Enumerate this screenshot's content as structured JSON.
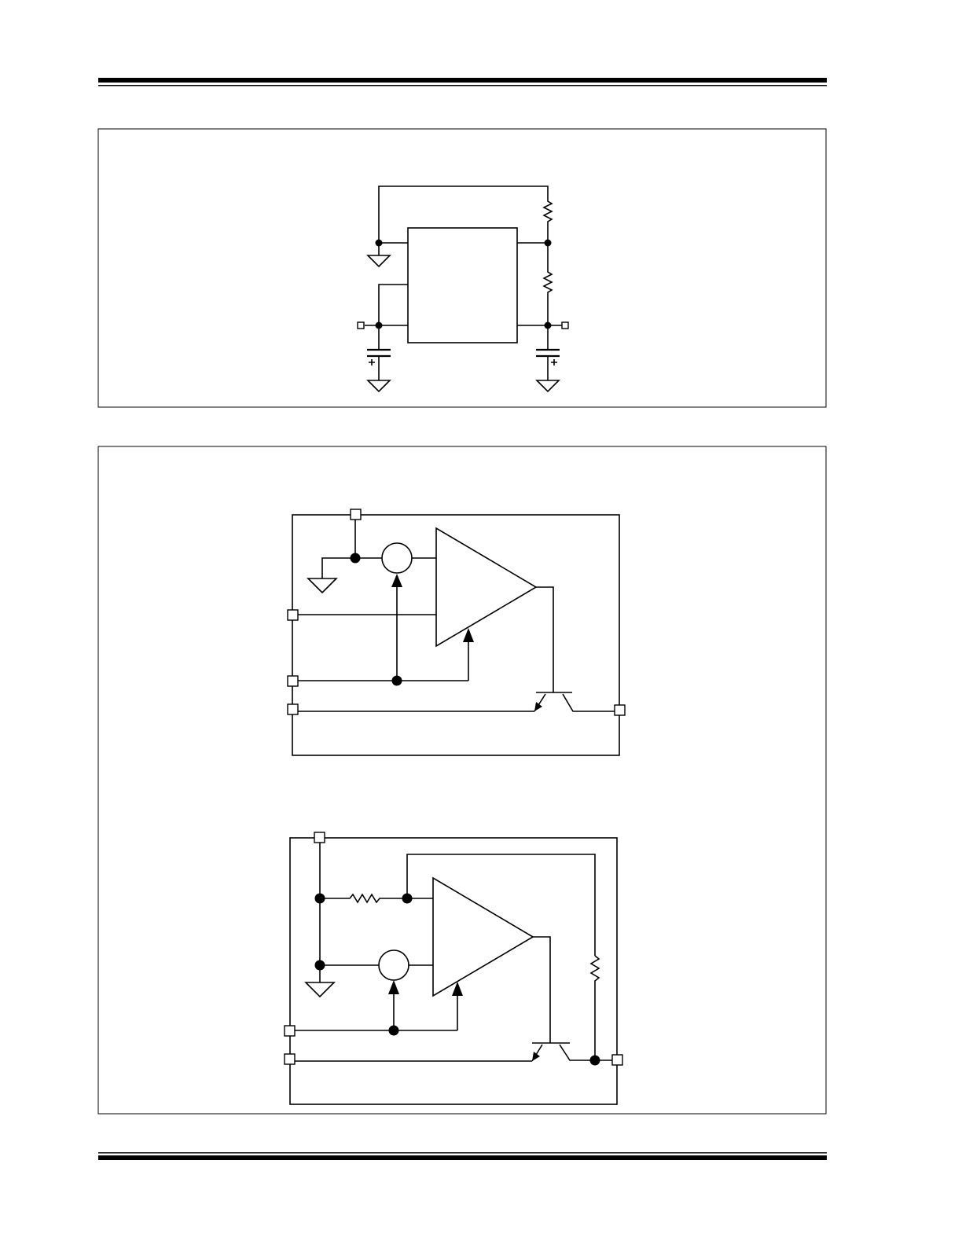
{
  "colors": {
    "ink": "#000000",
    "paper": "#ffffff"
  },
  "figures": [
    {
      "id": "application-circuit"
    },
    {
      "id": "block-diagram-fixed"
    },
    {
      "id": "block-diagram-adjustable"
    }
  ]
}
